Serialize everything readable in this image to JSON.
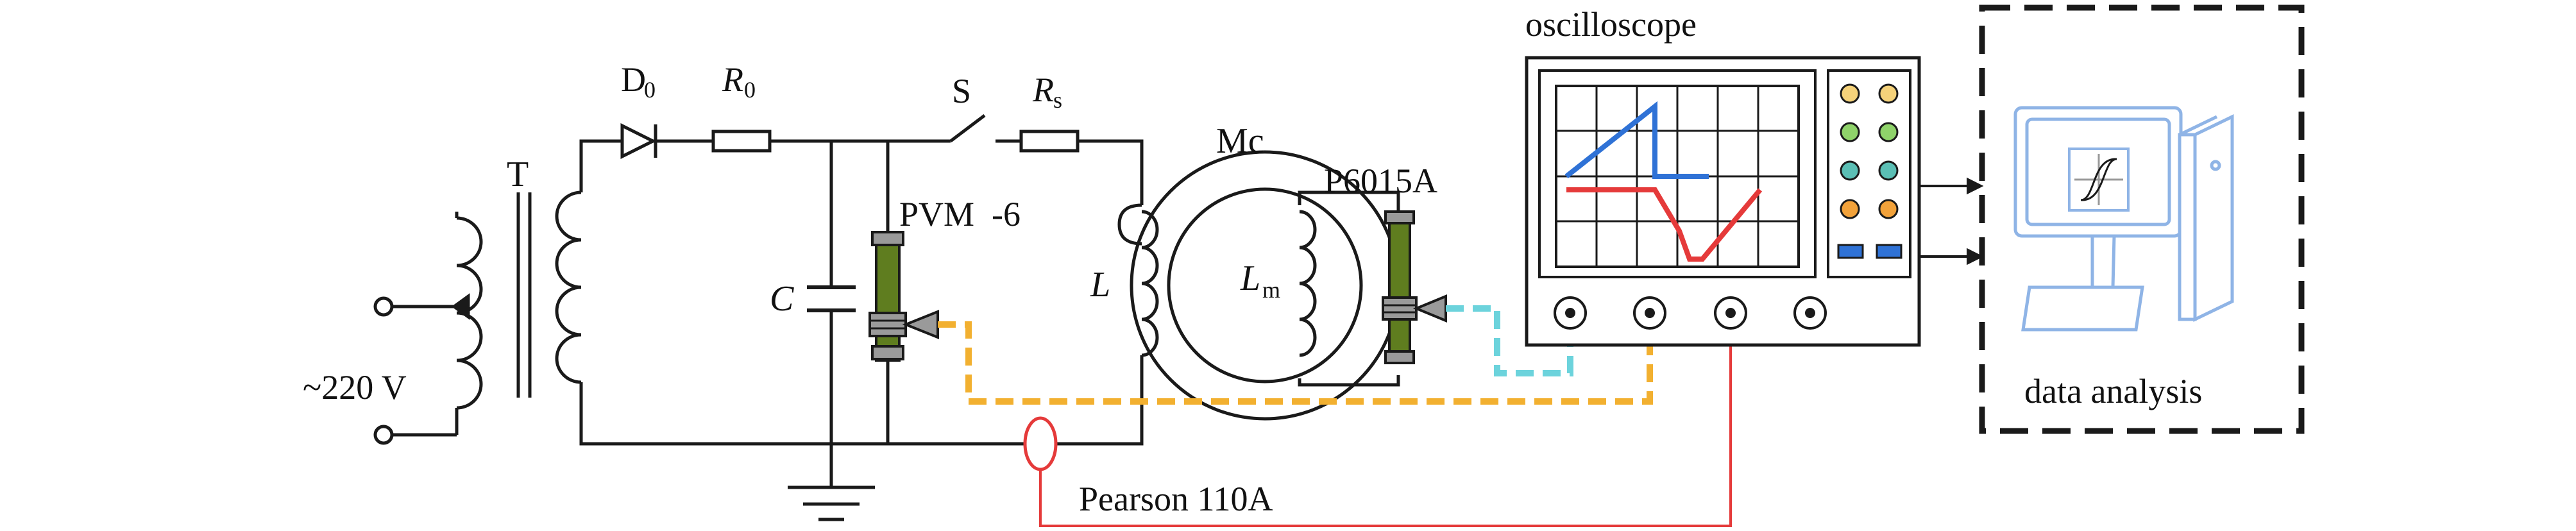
{
  "labels": {
    "transformer": "T",
    "diode": "D",
    "diode_sub": "0",
    "resistor0": "R",
    "resistor0_sub": "0",
    "switch": "S",
    "resistor_s": "R",
    "resistor_s_sub": "s",
    "capacitor": "C",
    "pvm_probe": "PVM  -6",
    "inductor_L": "L",
    "inductor_Lm": "L",
    "inductor_Lm_sub": "m",
    "core": "Mc",
    "current_probe": "P6015A",
    "source": "~220 V",
    "pearson": "Pearson 110A",
    "oscilloscope": "oscilloscope",
    "analysis": "data analysis"
  },
  "colors": {
    "wire": "#1a1a1a",
    "probe_body": "#5f7d1f",
    "probe_cap": "#9a9a9a",
    "orange_cable": "#f2b030",
    "cyan_cable": "#6cd3dc",
    "red_cable": "#e53a3a",
    "scope_blue": "#2f72d6",
    "scope_red": "#e53a3a",
    "computer": "#8fb4e6",
    "knob_yellow": "#f5d27a",
    "knob_green": "#8fd36a",
    "knob_teal": "#5bbfb5",
    "knob_orange": "#f2a23a",
    "button_blue": "#2f72d6"
  },
  "icons": {
    "scope_knobs": "knob-icon",
    "computer": "computer-icon",
    "hysteresis_loop": "hysteresis-loop-icon"
  }
}
